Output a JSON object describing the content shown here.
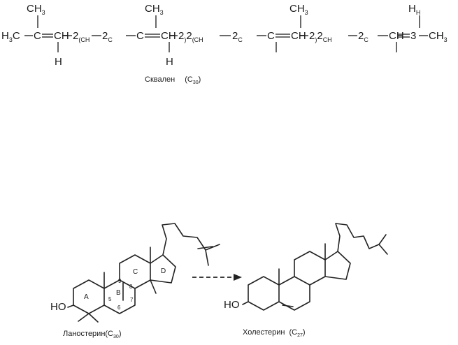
{
  "squalene": {
    "formula_tokens": [
      "H",
      "3",
      "C",
      "C",
      "CH",
      "2",
      "(CH",
      "2",
      "C",
      "C",
      "CH",
      "2",
      ")",
      "2",
      "(CH",
      "2",
      "C",
      "C",
      "CH",
      "2",
      ")",
      "2",
      "CH",
      "2",
      "C",
      "CH",
      "3",
      "CH",
      "3",
      "CH",
      "3",
      "CH",
      "3",
      "CH",
      "3",
      "H",
      "H",
      "H",
      "H"
    ],
    "caption": "Сквален",
    "caption_formula": "(C",
    "caption_sub": "30",
    "caption_close": ")"
  },
  "lanosterol": {
    "caption": "Ланостерин(C",
    "caption_sub": "30",
    "caption_close": ")",
    "hydroxyl": "HO",
    "ring_labels": [
      "A",
      "B",
      "C",
      "D"
    ],
    "atom_numbers": [
      "5",
      "6",
      "7",
      "8",
      "9"
    ]
  },
  "cholesterol": {
    "caption": "Холестерин",
    "caption_formula": "(C",
    "caption_sub": "27",
    "caption_close": ")",
    "hydroxyl": "HO"
  },
  "arrow": {
    "style": "dashed"
  }
}
